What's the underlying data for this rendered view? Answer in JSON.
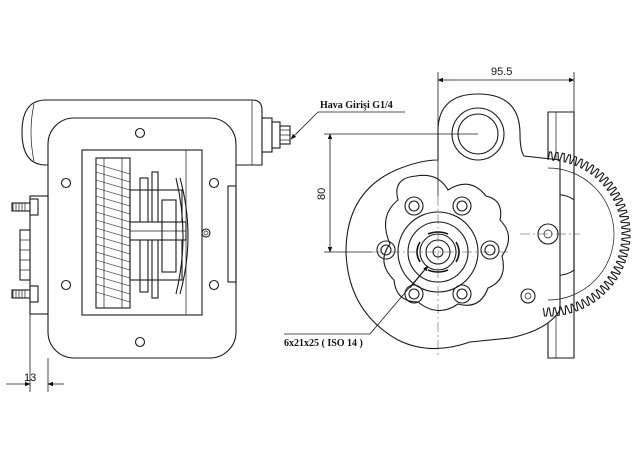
{
  "labels": {
    "air_inlet": "Hava Girişi G1/4",
    "shaft_spec": "6x21x25 ( ISO 14 )"
  },
  "dimensions": {
    "horizontal_offset": "95.5",
    "vertical_offset": "80",
    "flange_thickness": "13"
  },
  "colors": {
    "line": "#1a1a1a",
    "background": "#ffffff"
  }
}
